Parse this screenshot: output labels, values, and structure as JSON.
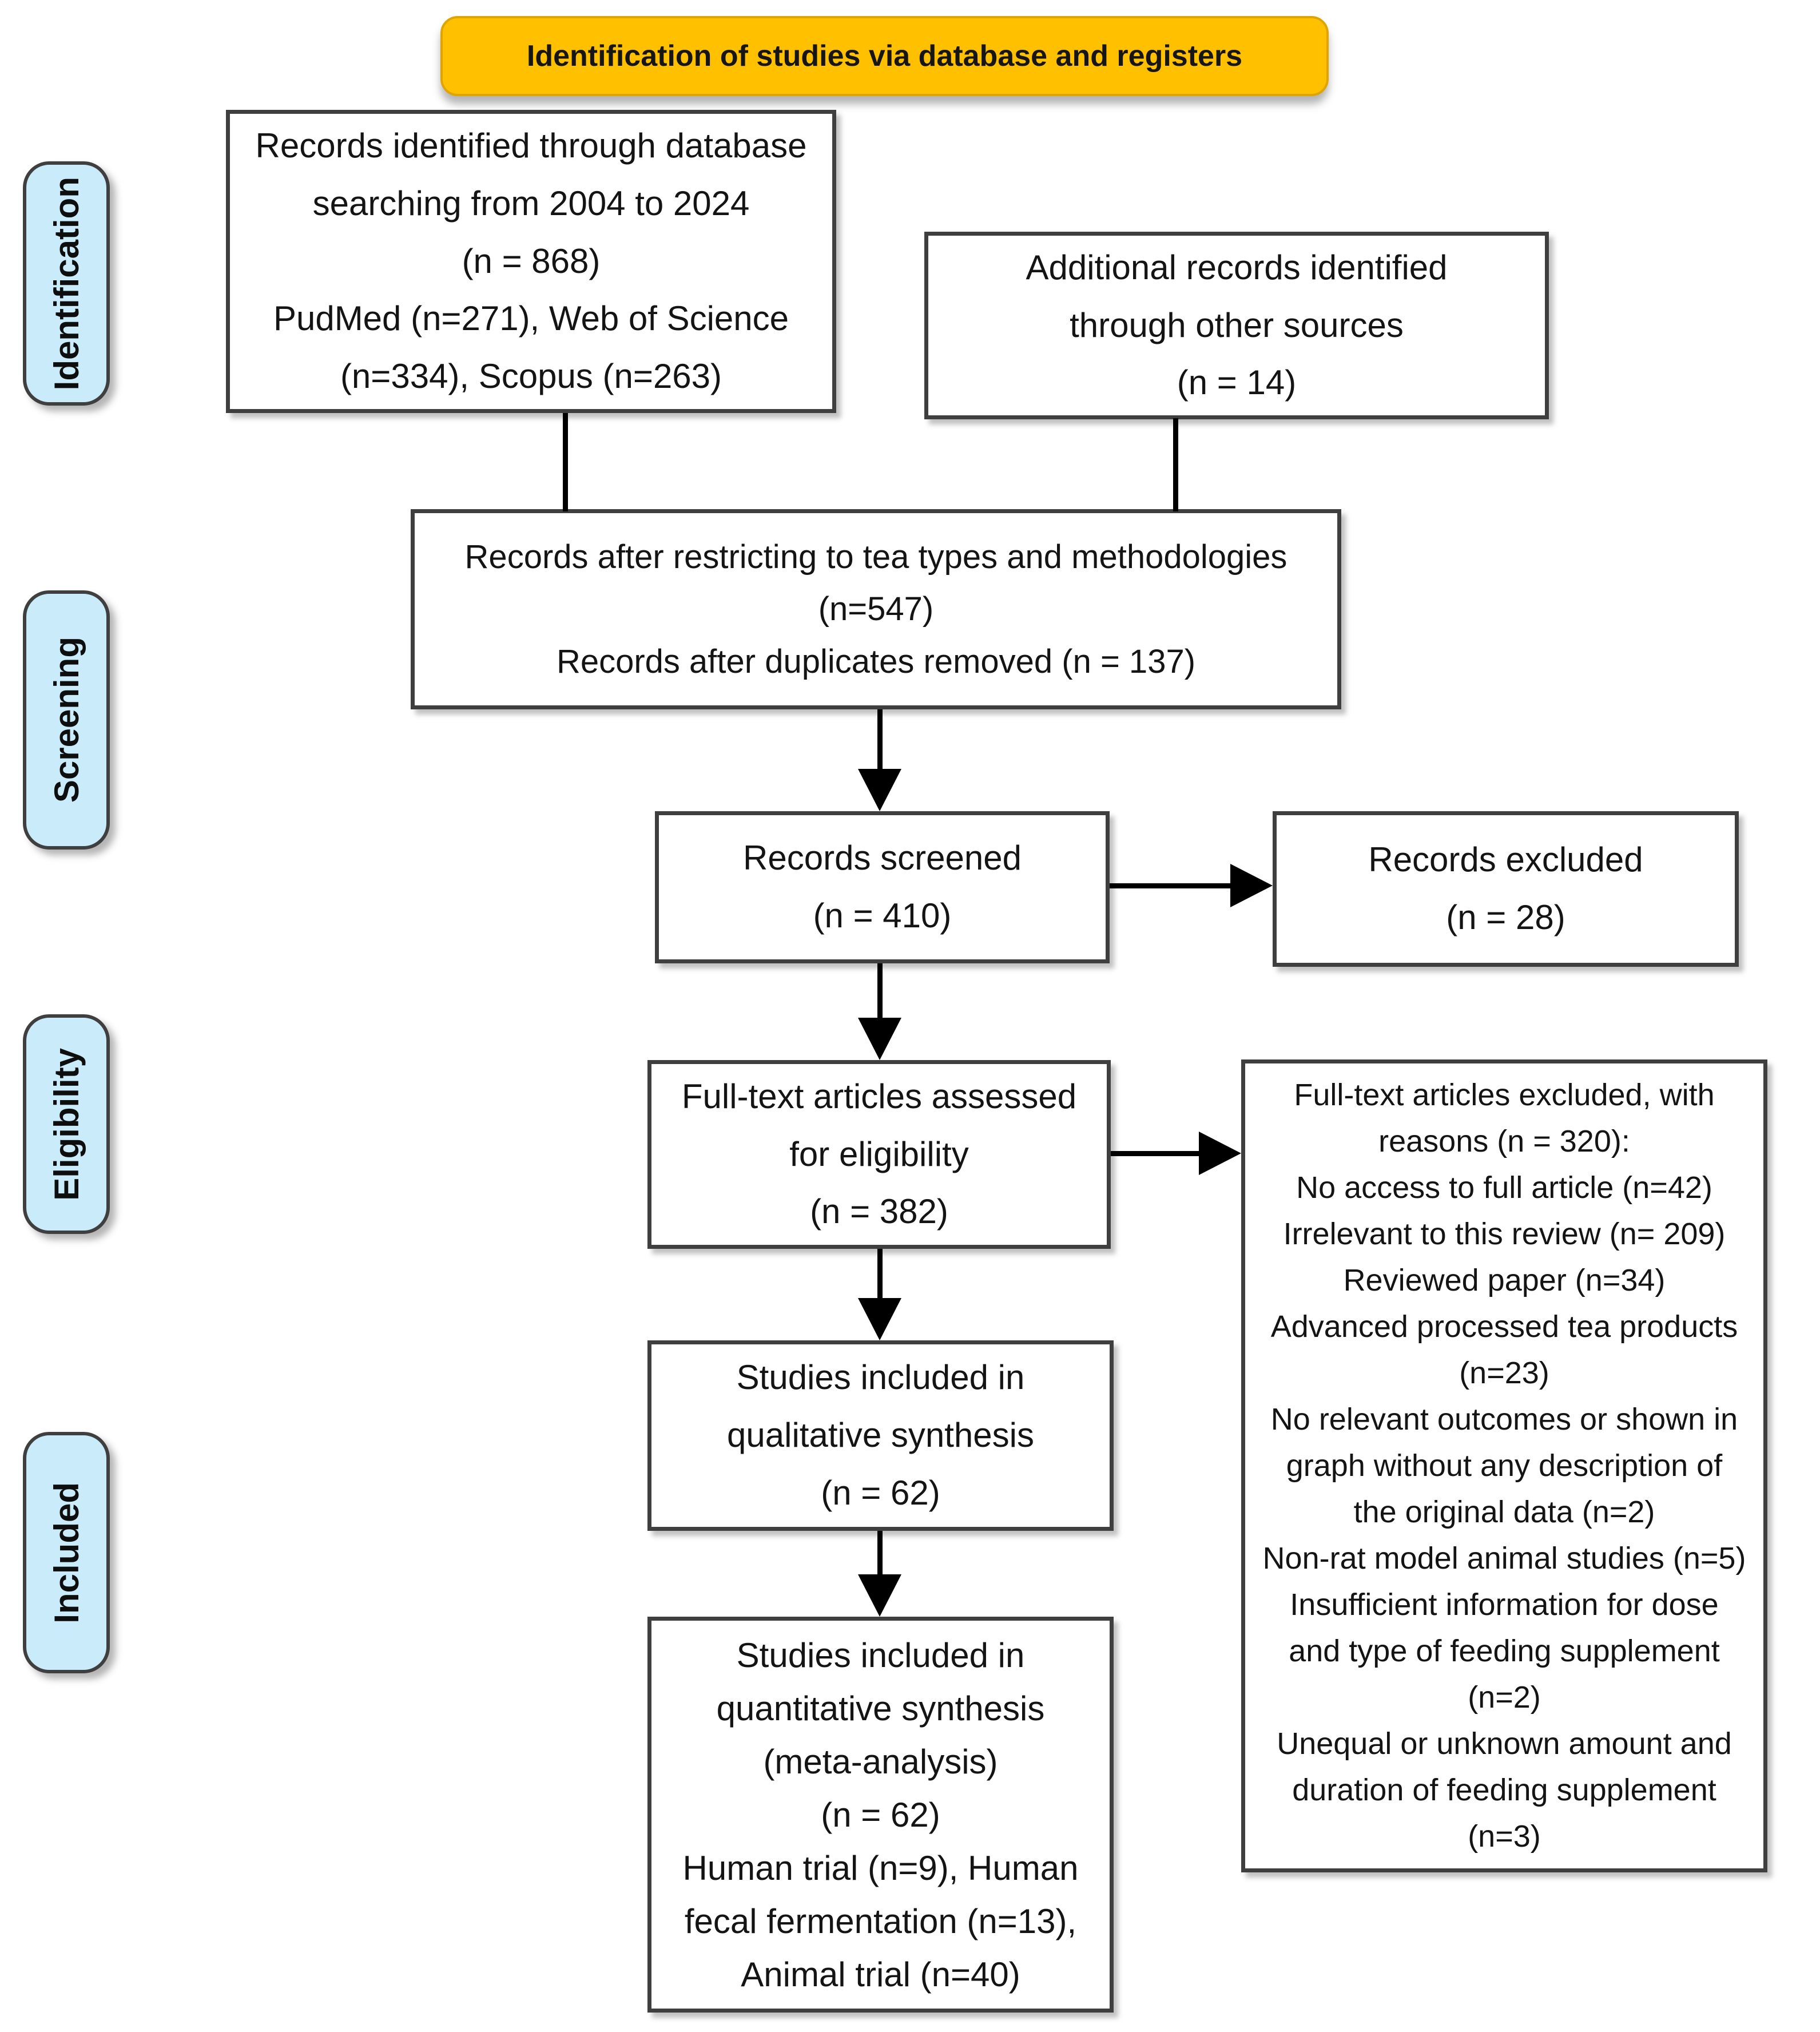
{
  "header": {
    "label": "Identification of studies via database and registers"
  },
  "stages": [
    {
      "label": "Identification"
    },
    {
      "label": "Screening"
    },
    {
      "label": "Eligibility"
    },
    {
      "label": "Included"
    }
  ],
  "boxes": {
    "identified": "Records identified through database\nsearching from 2004 to 2024\n(n = 868)\nPudMed (n=271), Web of Science\n(n=334), Scopus (n=263)",
    "additional": "Additional records identified\nthrough other sources\n(n = 14)",
    "restricted": "Records after restricting to tea types and methodologies\n(n=547)\nRecords after duplicates removed (n = 137)",
    "screened": "Records screened\n(n = 410)",
    "excluded": "Records excluded\n(n = 28)",
    "fulltext_assessed": "Full-text articles assessed\nfor eligibility\n(n = 382)",
    "fulltext_excluded": "Full-text articles excluded, with\nreasons (n = 320):\nNo access to full article (n=42)\nIrrelevant to this review (n= 209)\nReviewed paper (n=34)\nAdvanced processed tea products\n(n=23)\nNo relevant outcomes or shown in\ngraph without any description of\nthe original data (n=2)\nNon-rat model animal studies (n=5)\nInsufficient information for dose\nand type of feeding supplement\n(n=2)\nUnequal or unknown amount and\nduration of feeding supplement\n(n=3)",
    "qualitative": "Studies included in\nqualitative synthesis\n(n = 62)",
    "quantitative": "Studies included in\nquantitative synthesis\n(meta-analysis)\n(n = 62)\nHuman trial (n=9), Human\nfecal fermentation (n=13),\nAnimal trial (n=40)"
  },
  "colors": {
    "banner_fill": "#FFC000",
    "stage_fill": "#C9EBFA",
    "box_border": "#3F3F3F",
    "arrow": "#000000"
  }
}
